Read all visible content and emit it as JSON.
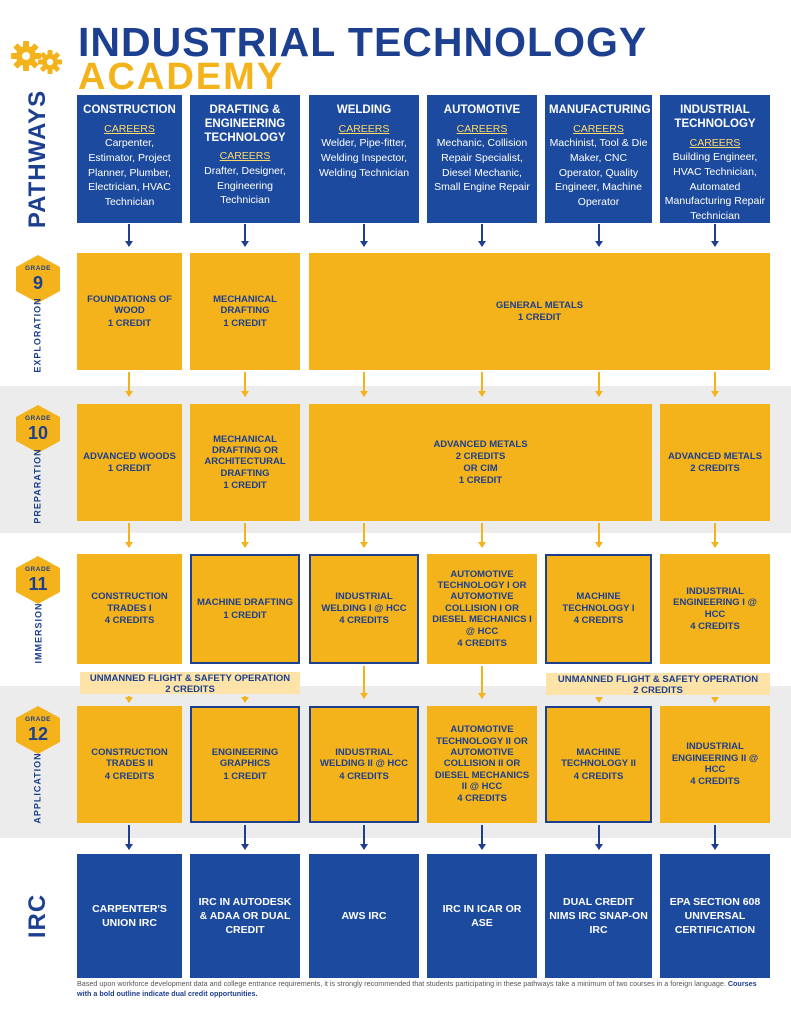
{
  "header": {
    "title_line1": "INDUSTRIAL TECHNOLOGY",
    "title_line2": "ACADEMY",
    "logo_icon": "gears-icon"
  },
  "row_labels": {
    "pathways": "PATHWAYS",
    "irc": "IRC"
  },
  "grades": [
    {
      "label": "GRADE",
      "number": "9",
      "stage": "EXPLORATION"
    },
    {
      "label": "GRADE",
      "number": "10",
      "stage": "PREPARATION"
    },
    {
      "label": "GRADE",
      "number": "11",
      "stage": "IMMERSION"
    },
    {
      "label": "GRADE",
      "number": "12",
      "stage": "APPLICATION"
    }
  ],
  "pathways": [
    {
      "title": "CONSTRUCTION",
      "careers_label": "CAREERS",
      "careers": "Carpenter, Estimator, Project Planner, Plumber, Electrician, HVAC Technician"
    },
    {
      "title": "DRAFTING & ENGINEERING TECHNOLOGY",
      "careers_label": "CAREERS",
      "careers": "Drafter, Designer, Engineering Technician"
    },
    {
      "title": "WELDING",
      "careers_label": "CAREERS",
      "careers": "Welder, Pipe-fitter, Welding Inspector, Welding Technician"
    },
    {
      "title": "AUTOMOTIVE",
      "careers_label": "CAREERS",
      "careers": "Mechanic, Collision Repair Specialist, Diesel Mechanic, Small Engine Repair"
    },
    {
      "title": "MANUFACTURING",
      "careers_label": "CAREERS",
      "careers": "Machinist, Tool & Die Maker, CNC Operator, Quality Engineer, Machine Operator"
    },
    {
      "title": "INDUSTRIAL TECHNOLOGY",
      "careers_label": "CAREERS",
      "careers": "Building Engineer, HVAC Technician, Automated Manufacturing Repair Technician"
    }
  ],
  "grade9": [
    {
      "name": "FOUNDATIONS OF WOOD",
      "credits": "1 CREDIT"
    },
    {
      "name": "MECHANICAL DRAFTING",
      "credits": "1 CREDIT"
    },
    {
      "name": "GENERAL METALS",
      "credits": "1 CREDIT"
    }
  ],
  "grade10": [
    {
      "name": "ADVANCED WOODS",
      "credits": "1 CREDIT"
    },
    {
      "name": "MECHANICAL DRAFTING OR ARCHITECTURAL DRAFTING",
      "credits": "1 CREDIT"
    },
    {
      "name": "ADVANCED METALS",
      "credits": "2 CREDITS",
      "alt_name": "OR CIM",
      "alt_credits": "1 CREDIT"
    },
    {
      "name": "ADVANCED METALS",
      "credits": "2 CREDITS"
    }
  ],
  "grade11": [
    {
      "name": "CONSTRUCTION TRADES I",
      "credits": "4 CREDITS",
      "dual": false
    },
    {
      "name": "MACHINE DRAFTING",
      "credits": "1 CREDIT",
      "dual": true
    },
    {
      "name": "INDUSTRIAL WELDING I @ HCC",
      "credits": "4 CREDITS",
      "dual": true
    },
    {
      "name": "AUTOMOTIVE TECHNOLOGY I OR AUTOMOTIVE COLLISION I OR DIESEL MECHANICS I @ HCC",
      "credits": "4 CREDITS",
      "dual": false
    },
    {
      "name": "MACHINE TECHNOLOGY I",
      "credits": "4 CREDITS",
      "dual": true
    },
    {
      "name": "INDUSTRIAL ENGINEERING I @ HCC",
      "credits": "4 CREDITS",
      "dual": false
    }
  ],
  "flight_courses": [
    {
      "name": "UNMANNED FLIGHT & SAFETY OPERATION",
      "credits": "2 CREDITS"
    },
    {
      "name": "UNMANNED FLIGHT & SAFETY OPERATION",
      "credits": "2 CREDITS"
    }
  ],
  "grade12": [
    {
      "name": "CONSTRUCTION TRADES II",
      "credits": "4 CREDITS",
      "dual": false
    },
    {
      "name": "ENGINEERING GRAPHICS",
      "credits": "1 CREDIT",
      "dual": true
    },
    {
      "name": "INDUSTRIAL WELDING II @ HCC",
      "credits": "4 CREDITS",
      "dual": true
    },
    {
      "name": "AUTOMOTIVE TECHNOLOGY II OR AUTOMOTIVE COLLISION II OR DIESEL MECHANICS II @ HCC",
      "credits": "4 CREDITS",
      "dual": false
    },
    {
      "name": "MACHINE TECHNOLOGY II",
      "credits": "4 CREDITS",
      "dual": true
    },
    {
      "name": "INDUSTRIAL ENGINEERING II @ HCC",
      "credits": "4 CREDITS",
      "dual": false
    }
  ],
  "irc": [
    "CARPENTER'S UNION IRC",
    "IRC IN AUTODESK & ADAA OR DUAL CREDIT",
    "AWS IRC",
    "IRC IN ICAR OR ASE",
    "DUAL CREDIT NIMS IRC SNAP-ON IRC",
    "EPA SECTION 608 UNIVERSAL CERTIFICATION"
  ],
  "footer": {
    "text": "Based upon workforce development data and college entrance requirements, it is strongly recommended that students participating in these pathways take a minimum of two courses in a foreign language.",
    "bold": "Courses with a bold outline indicate dual credit opportunities."
  },
  "colors": {
    "navy": "#1c4a9e",
    "gold": "#f4b31a",
    "pale_gold": "#fde3a7",
    "band_gray": "#ececec"
  }
}
